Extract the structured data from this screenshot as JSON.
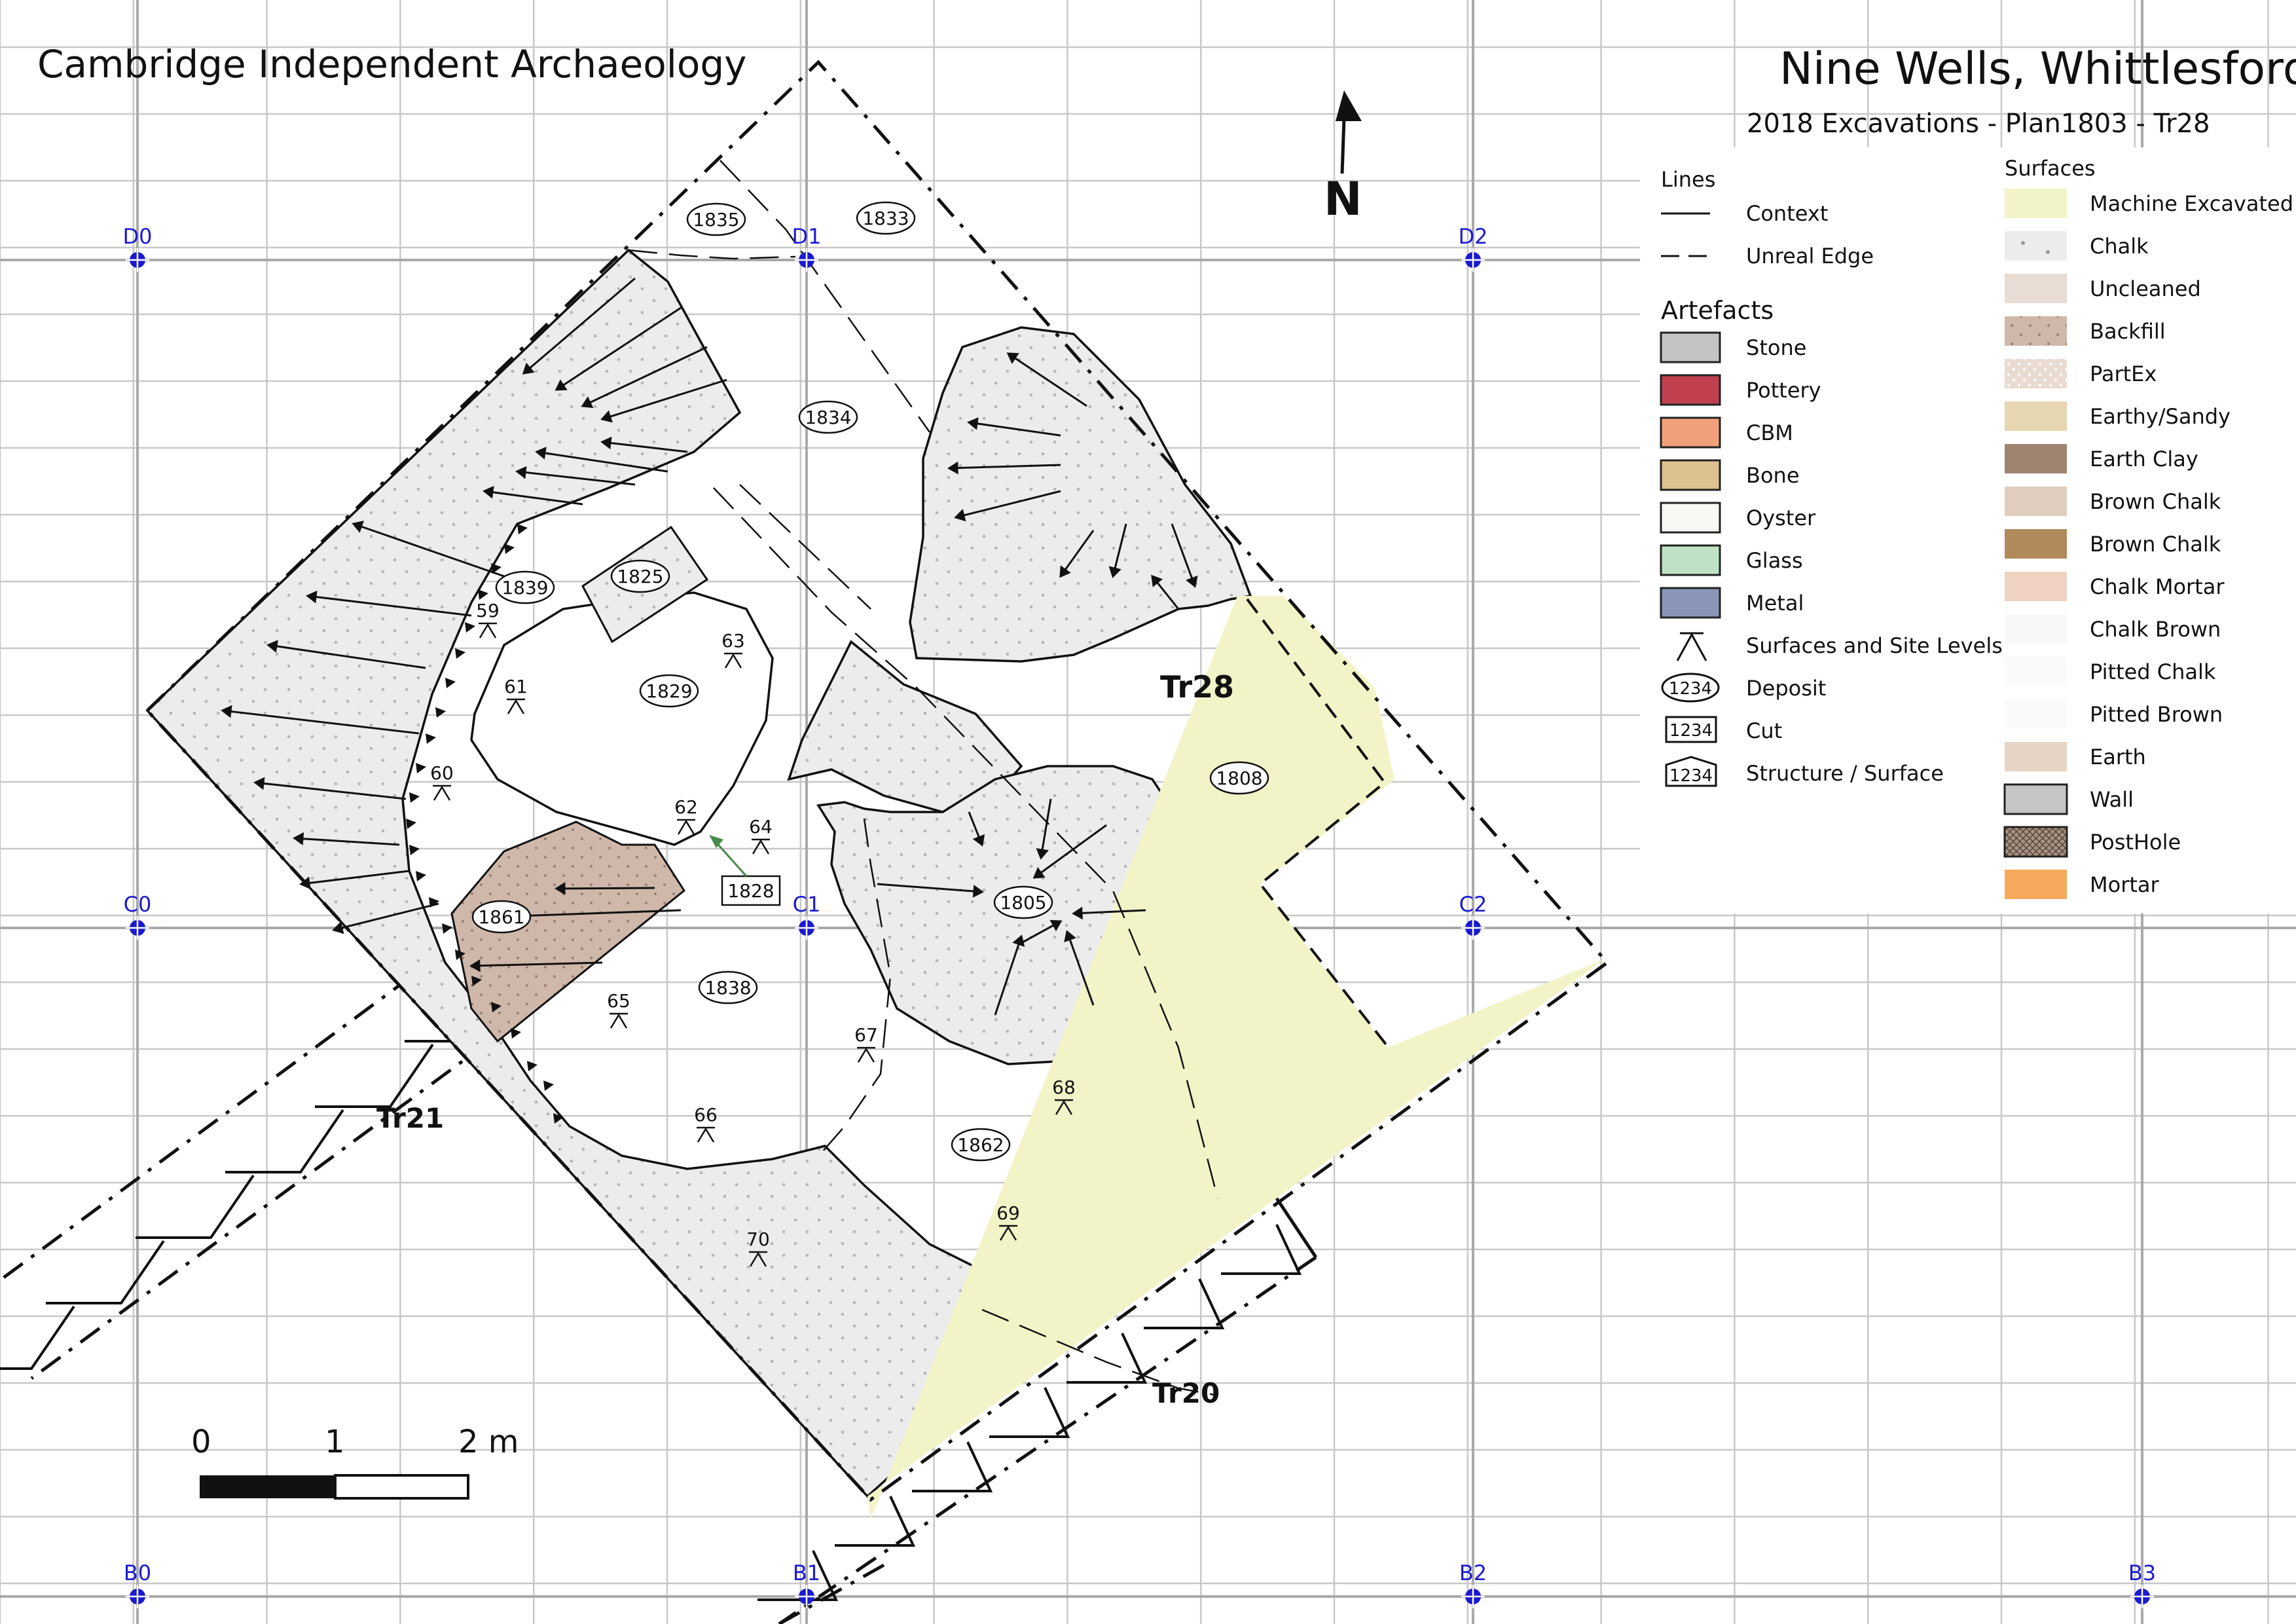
{
  "header": {
    "organisation": "Cambridge Independent Archaeology",
    "title": "Nine Wells, Whittlesford",
    "subtitle": "2018 Excavations - Plan1803 - Tr28"
  },
  "north_label": "N",
  "grid_points": [
    "D0",
    "D1",
    "D2",
    "C0",
    "C1",
    "C2",
    "B0",
    "B1",
    "B2",
    "B3"
  ],
  "trenches": [
    "Tr28",
    "Tr21",
    "Tr20"
  ],
  "deposits": [
    "1835",
    "1833",
    "1834",
    "1839",
    "1825",
    "1829",
    "1861",
    "1838",
    "1805",
    "1808",
    "1862"
  ],
  "cuts": [
    "1828"
  ],
  "levels": [
    "59",
    "61",
    "63",
    "60",
    "62",
    "64",
    "65",
    "67",
    "66",
    "68",
    "69",
    "70"
  ],
  "scale_bar": {
    "labels": [
      "0",
      "1",
      "2 m"
    ]
  },
  "legend": {
    "lines_title": "Lines",
    "lines": [
      {
        "label": "Context",
        "style": "solid"
      },
      {
        "label": "Unreal Edge",
        "style": "dashed"
      }
    ],
    "artefacts_title": "Artefacts",
    "artefacts": [
      {
        "label": "Stone",
        "color": "#c4c4c4"
      },
      {
        "label": "Pottery",
        "color": "#c04050"
      },
      {
        "label": "CBM",
        "color": "#f0a07a"
      },
      {
        "label": "Bone",
        "color": "#ddc190"
      },
      {
        "label": "Oyster",
        "color": "#f8f8f4"
      },
      {
        "label": "Glass",
        "color": "#bfe2c4"
      },
      {
        "label": "Metal",
        "color": "#8a96b8"
      },
      {
        "label": "Surfaces and Site Levels",
        "symbol": "level"
      },
      {
        "label": "Deposit",
        "symbol": "ellipse",
        "sample": "1234"
      },
      {
        "label": "Cut",
        "symbol": "rect",
        "sample": "1234"
      },
      {
        "label": "Structure / Surface",
        "symbol": "house",
        "sample": "1234"
      }
    ],
    "surfaces_title": "Surfaces",
    "surfaces": [
      {
        "label": "Machine Excavated",
        "color": "#f2f4c8"
      },
      {
        "label": "Chalk",
        "color": "#ececec"
      },
      {
        "label": "Uncleaned",
        "color": "#e8dcd4"
      },
      {
        "label": "Backfill",
        "color": "#c4ab9c"
      },
      {
        "label": "PartEx",
        "color": "#ecd8cc"
      },
      {
        "label": "Earthy/Sandy",
        "color": "#e6d6b2"
      },
      {
        "label": "Earth Clay",
        "color": "#a08472"
      },
      {
        "label": "Brown Chalk",
        "color": "#e0cdbd"
      },
      {
        "label": "Brown Chalk",
        "color": "#b08a5a"
      },
      {
        "label": "Chalk Mortar",
        "color": "#f0d2c2"
      },
      {
        "label": "Chalk Brown",
        "color": "#f8f8f8"
      },
      {
        "label": "Pitted Chalk",
        "color": "#fafafa"
      },
      {
        "label": "Pitted Brown",
        "color": "#fafafa"
      },
      {
        "label": "Earth",
        "color": "#e6d4c4"
      },
      {
        "label": "Wall",
        "color": "#c6c6c6"
      },
      {
        "label": "PostHole",
        "color": "#8c7c70"
      },
      {
        "label": "Mortar",
        "color": "#f6a95a"
      }
    ]
  },
  "colors": {
    "grid": "#c8c8c8",
    "grid_marker": "#1a1ad0",
    "chalk_fill": "#ececec",
    "machine_excavated": "#f2f4c8",
    "backfill": "#c8b0a2"
  }
}
